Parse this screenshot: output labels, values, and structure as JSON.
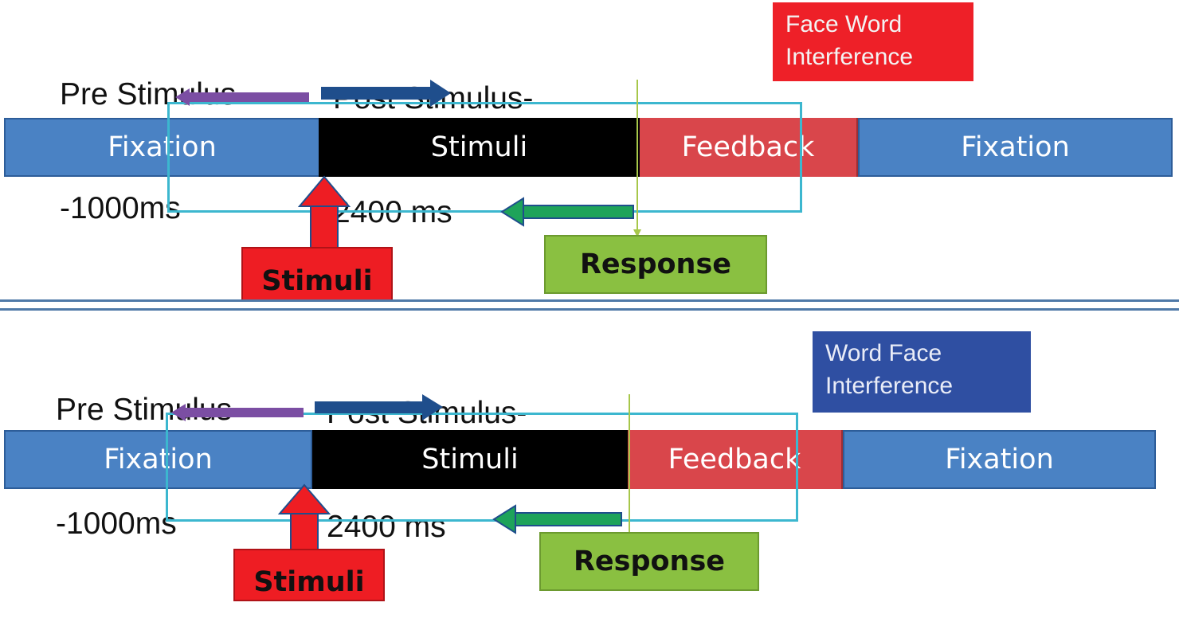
{
  "panels": [
    {
      "pre_line1": "Pre Stimulus",
      "pre_line2": "-1000ms",
      "post_line1": "Post Stimulus-",
      "post_line2": "2400 ms",
      "condition": "Face Word\nInterference",
      "condition_color": "#ee2028",
      "segments": [
        "Fixation",
        "Stimuli",
        "Feedback",
        "Fixation"
      ],
      "stimuli_label": "Stimuli",
      "response_label": "Response"
    },
    {
      "pre_line1": "Pre Stimulus",
      "pre_line2": "-1000ms",
      "post_line1": "Post Stimulus-",
      "post_line2": "2400 ms",
      "condition": "Word Face\nInterference",
      "condition_color": "#2f4fa2",
      "segments": [
        "Fixation",
        "Stimuli",
        "Feedback",
        "Fixation"
      ],
      "stimuli_label": "Stimuli",
      "response_label": "Response"
    }
  ],
  "colors": {
    "fixation": "#4a82c4",
    "stimuli": "#000000",
    "feedback": "#d9464b",
    "stimuli_box": "#ee1d23",
    "response_box": "#8ac041",
    "frame": "#3cb7cf",
    "pre_arrow": "#7b4ea3",
    "post_arrow": "#1f4e8c",
    "response_arrow": "#1ea35a",
    "divider": "#4f79a8"
  },
  "icons": [
    "pre-stimulus-arrow",
    "post-stimulus-arrow",
    "stimulus-onset-arrow",
    "response-feedback-arrow"
  ]
}
